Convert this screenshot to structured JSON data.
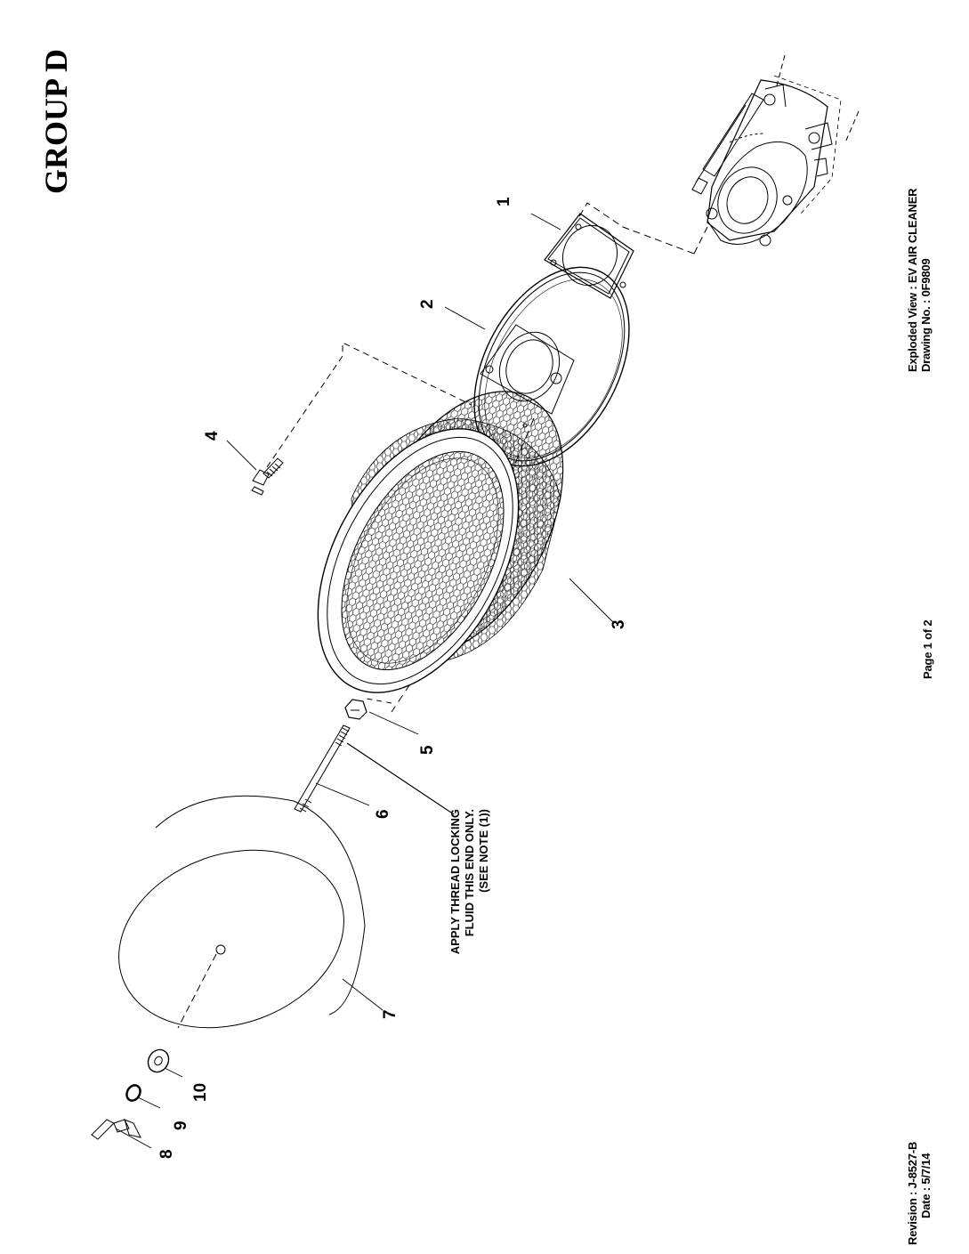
{
  "header": {
    "group_title": "GROUP D"
  },
  "title_block": {
    "view_label": "Exploded View : EV AIR CLEANER",
    "drawing_number": "Drawing No. : 0F9809",
    "page": "Page 1 of 2",
    "revision": "Revision : J-8527-B",
    "date": "Date : 5/7/14"
  },
  "callouts": [
    "1",
    "2",
    "3",
    "4",
    "5",
    "6",
    "7",
    "8",
    "9",
    "10"
  ],
  "note": {
    "line1": "APPLY THREAD LOCKING",
    "line2": "FLUID THIS END ONLY.",
    "line3": "(SEE NOTE (1))"
  }
}
